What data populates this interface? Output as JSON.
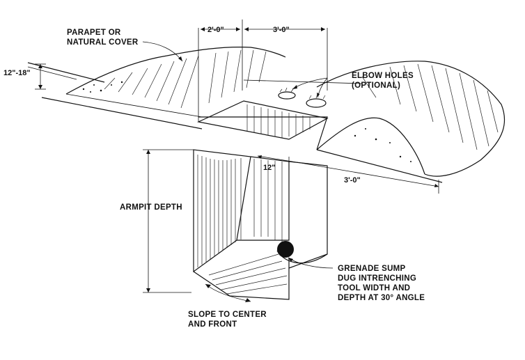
{
  "labels": {
    "parapet_line1": "PARAPET OR",
    "parapet_line2": "NATURAL COVER",
    "elbow_line1": "ELBOW HOLES",
    "elbow_line2": "(OPTIONAL)",
    "armpit": "ARMPIT DEPTH",
    "grenade_line1": "GRENADE SUMP",
    "grenade_line2": "DUG INTRENCHING",
    "grenade_line3": "TOOL WIDTH AND",
    "grenade_line4": "DEPTH AT 30° ANGLE",
    "slope_line1": "SLOPE TO CENTER",
    "slope_line2": "AND FRONT"
  },
  "dimensions": {
    "width_2ft": "2'-0\"",
    "width_3ft_top": "3'-0\"",
    "parapet_height": "12\"-18\"",
    "sill_12in": "12\"",
    "length_3ft_side": "3'-0\""
  },
  "colors": {
    "ink": "#111111",
    "paper": "#ffffff"
  }
}
